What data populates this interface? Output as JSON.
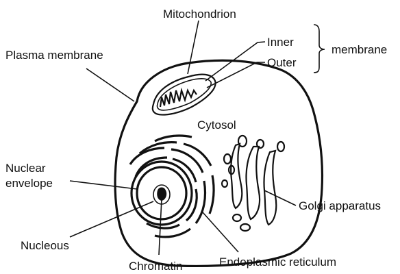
{
  "labels": {
    "mitochondrion": "Mitochondrion",
    "inner": "Inner",
    "outer": "Outer",
    "membrane": "membrane",
    "plasma_membrane": "Plasma membrane",
    "cytosol": "Cytosol",
    "nuclear_line1": "Nuclear",
    "nuclear_line2": "envelope",
    "golgi": "Golgi apparatus",
    "nucleous": "Nucleous",
    "chromatin": "Chromatin",
    "er": "Endoplasmic reticulum"
  }
}
